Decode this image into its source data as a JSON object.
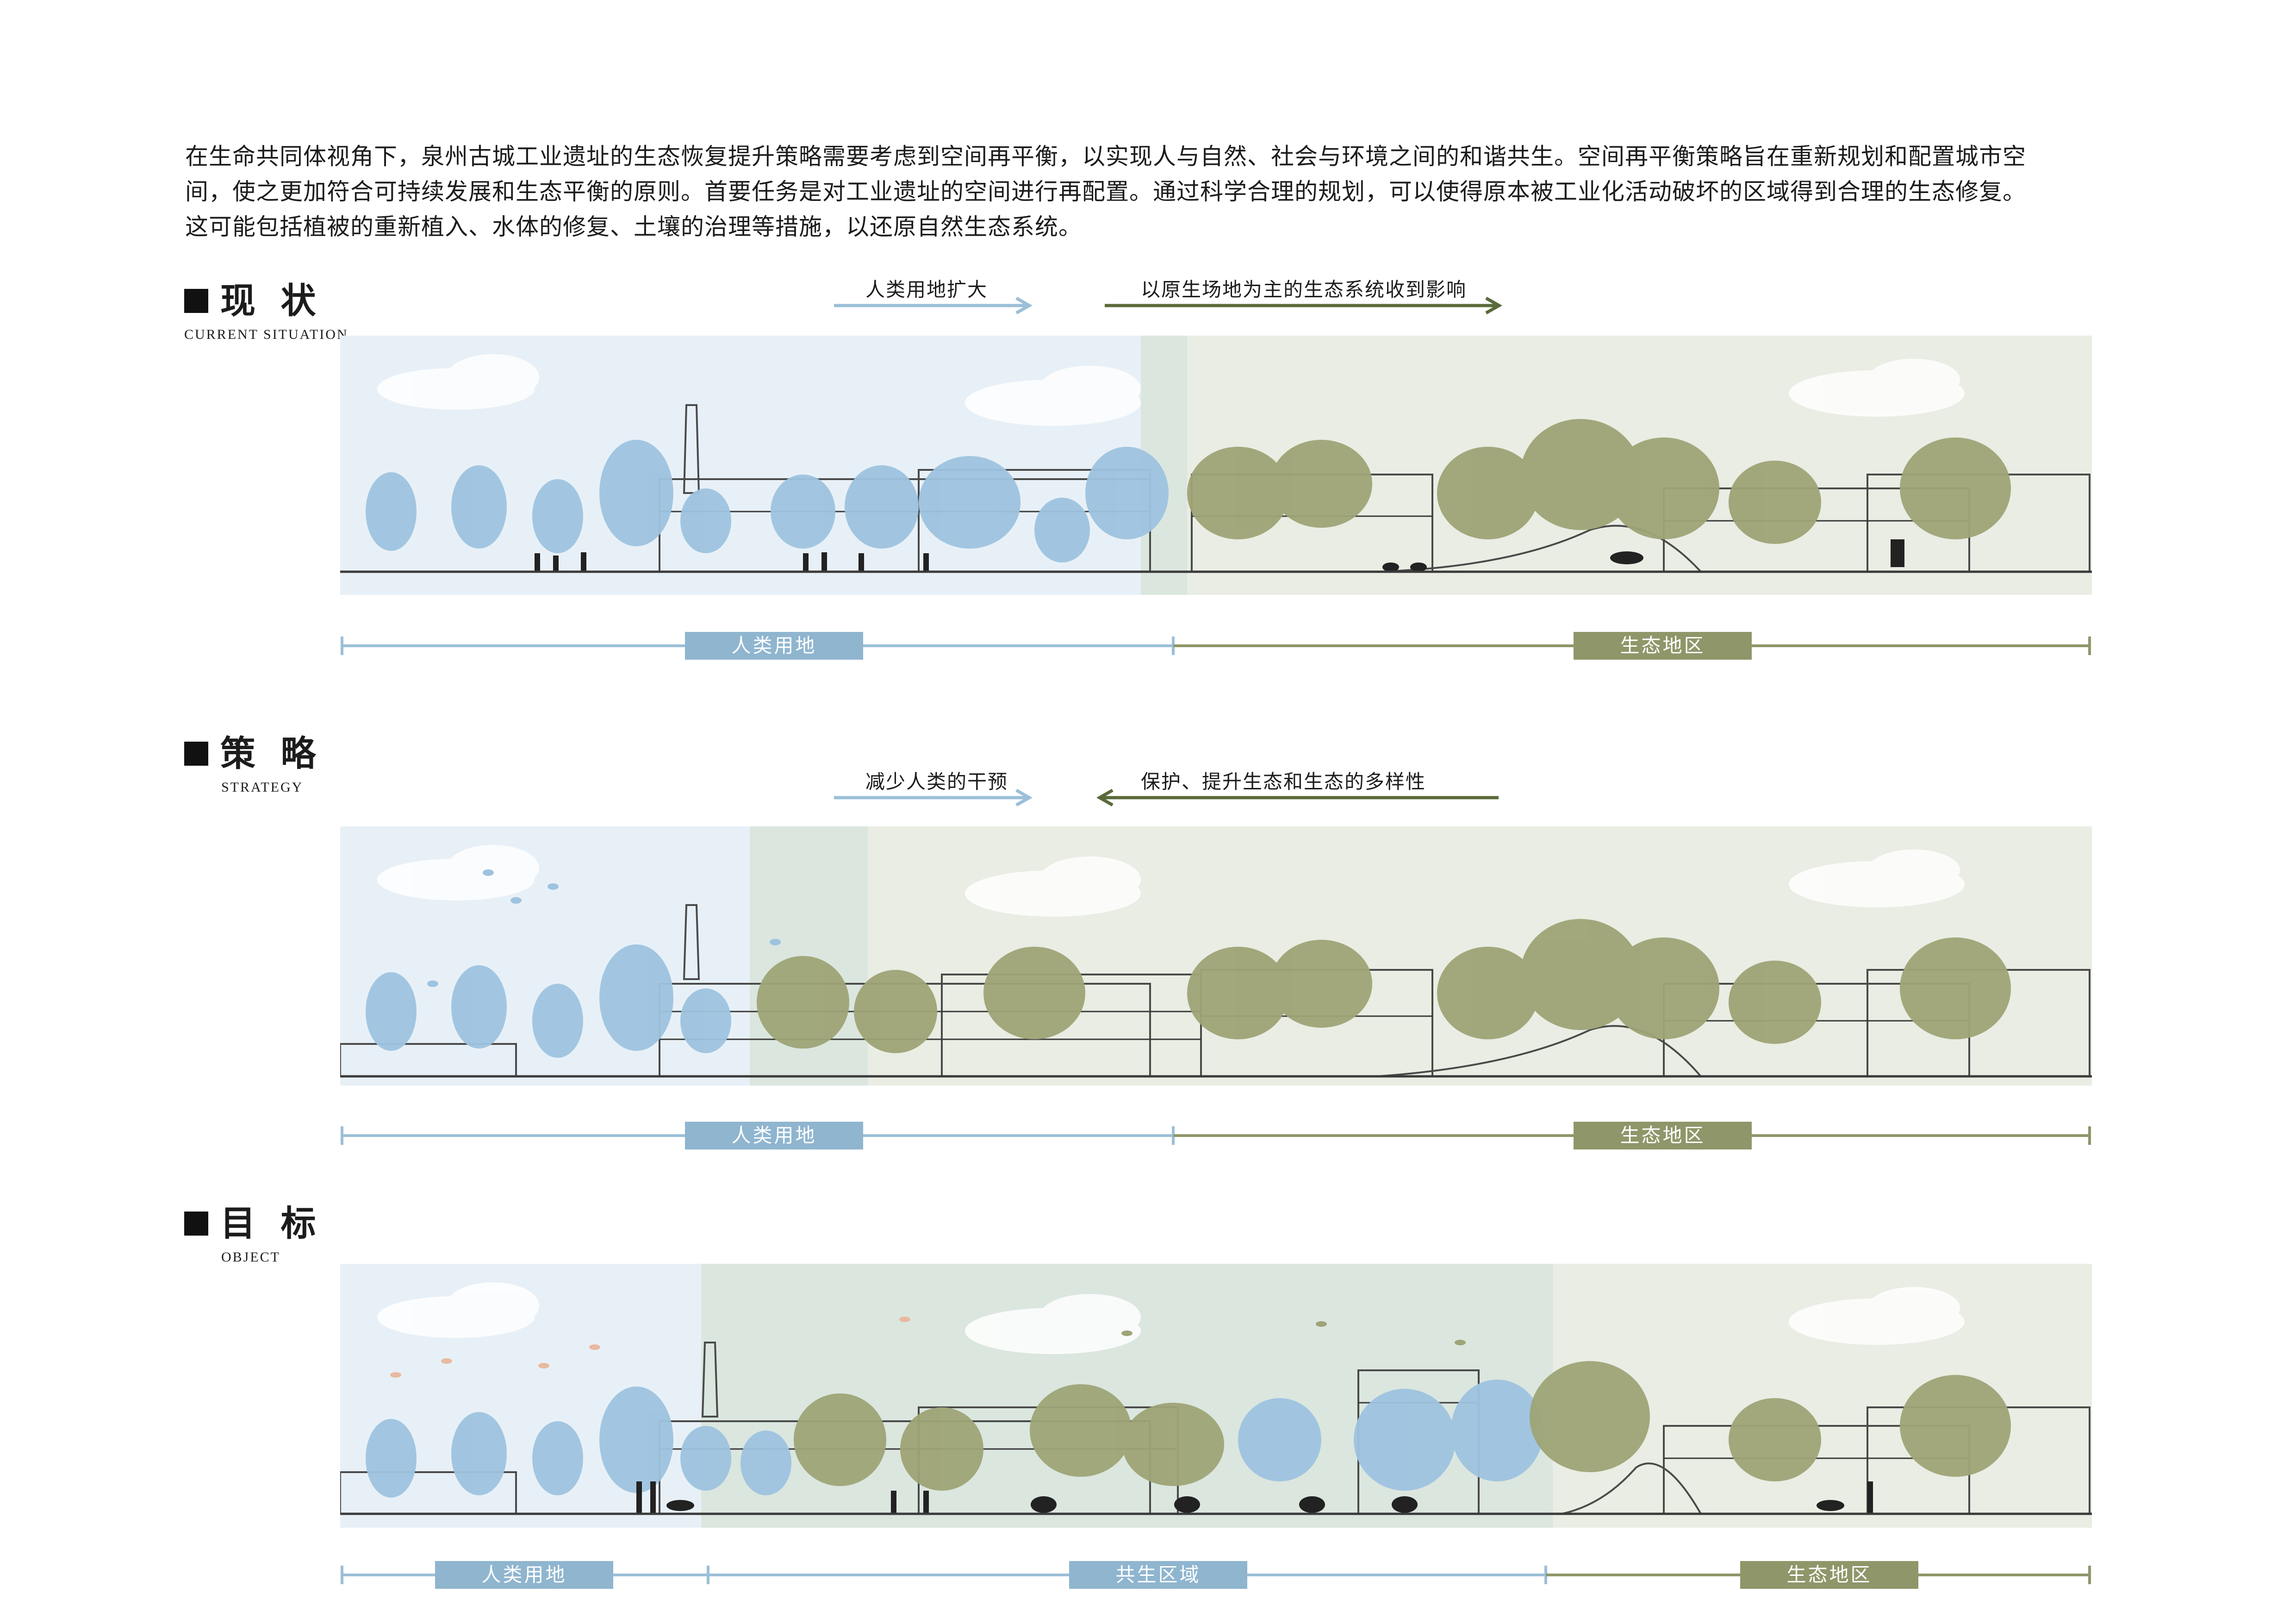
{
  "intro": {
    "lines": [
      "在生命共同体视角下，泉州古城工业遗址的生态恢复提升策略需要考虑到空间再平衡，以实现人与自然、社会与环境之间的和谐共生。空间再平衡策略旨在重新规划和配置城市空",
      "间，使之更加符合可持续发展和生态平衡的原则。首要任务是对工业遗址的空间进行再配置。通过科学合理的规划，可以使得原本被工业化活动破坏的区域得到合理的生态修复。",
      "这可能包括植被的重新植入、水体的修复、土壤的治理等措施，以还原自然生态系统。"
    ]
  },
  "colors": {
    "human_zone": "#e8f0f7",
    "eco_zone": "#e9ede3",
    "mixed_zone": "#dbe6df",
    "blue_tree": "#9ec3df",
    "green_tree": "#9ea476",
    "blue_line": "#9bbfd8",
    "green_line": "#5b6a3a",
    "label_blue": "#8fb5cf",
    "label_green": "#8f9669",
    "outline": "#4a4a4a"
  },
  "sections": {
    "current": {
      "title": "现 状",
      "subtitle": "CURRENT SITUATION",
      "arrow_left_text": "人类用地扩大",
      "arrow_right_text": "以原生场地为主的生态系统收到影响",
      "zones": {
        "left": "人类用地",
        "right": "生态地区"
      }
    },
    "strategy": {
      "title": "策 略",
      "subtitle": "STRATEGY",
      "arrow_left_text": "减少人类的干预",
      "arrow_right_text": "保护、提升生态和生态的多样性",
      "zones": {
        "left": "人类用地",
        "right": "生态地区"
      }
    },
    "object": {
      "title": "目 标",
      "subtitle": "OBJECT",
      "zones": {
        "left": "人类用地",
        "middle": "共生区域",
        "right": "生态地区"
      }
    }
  }
}
